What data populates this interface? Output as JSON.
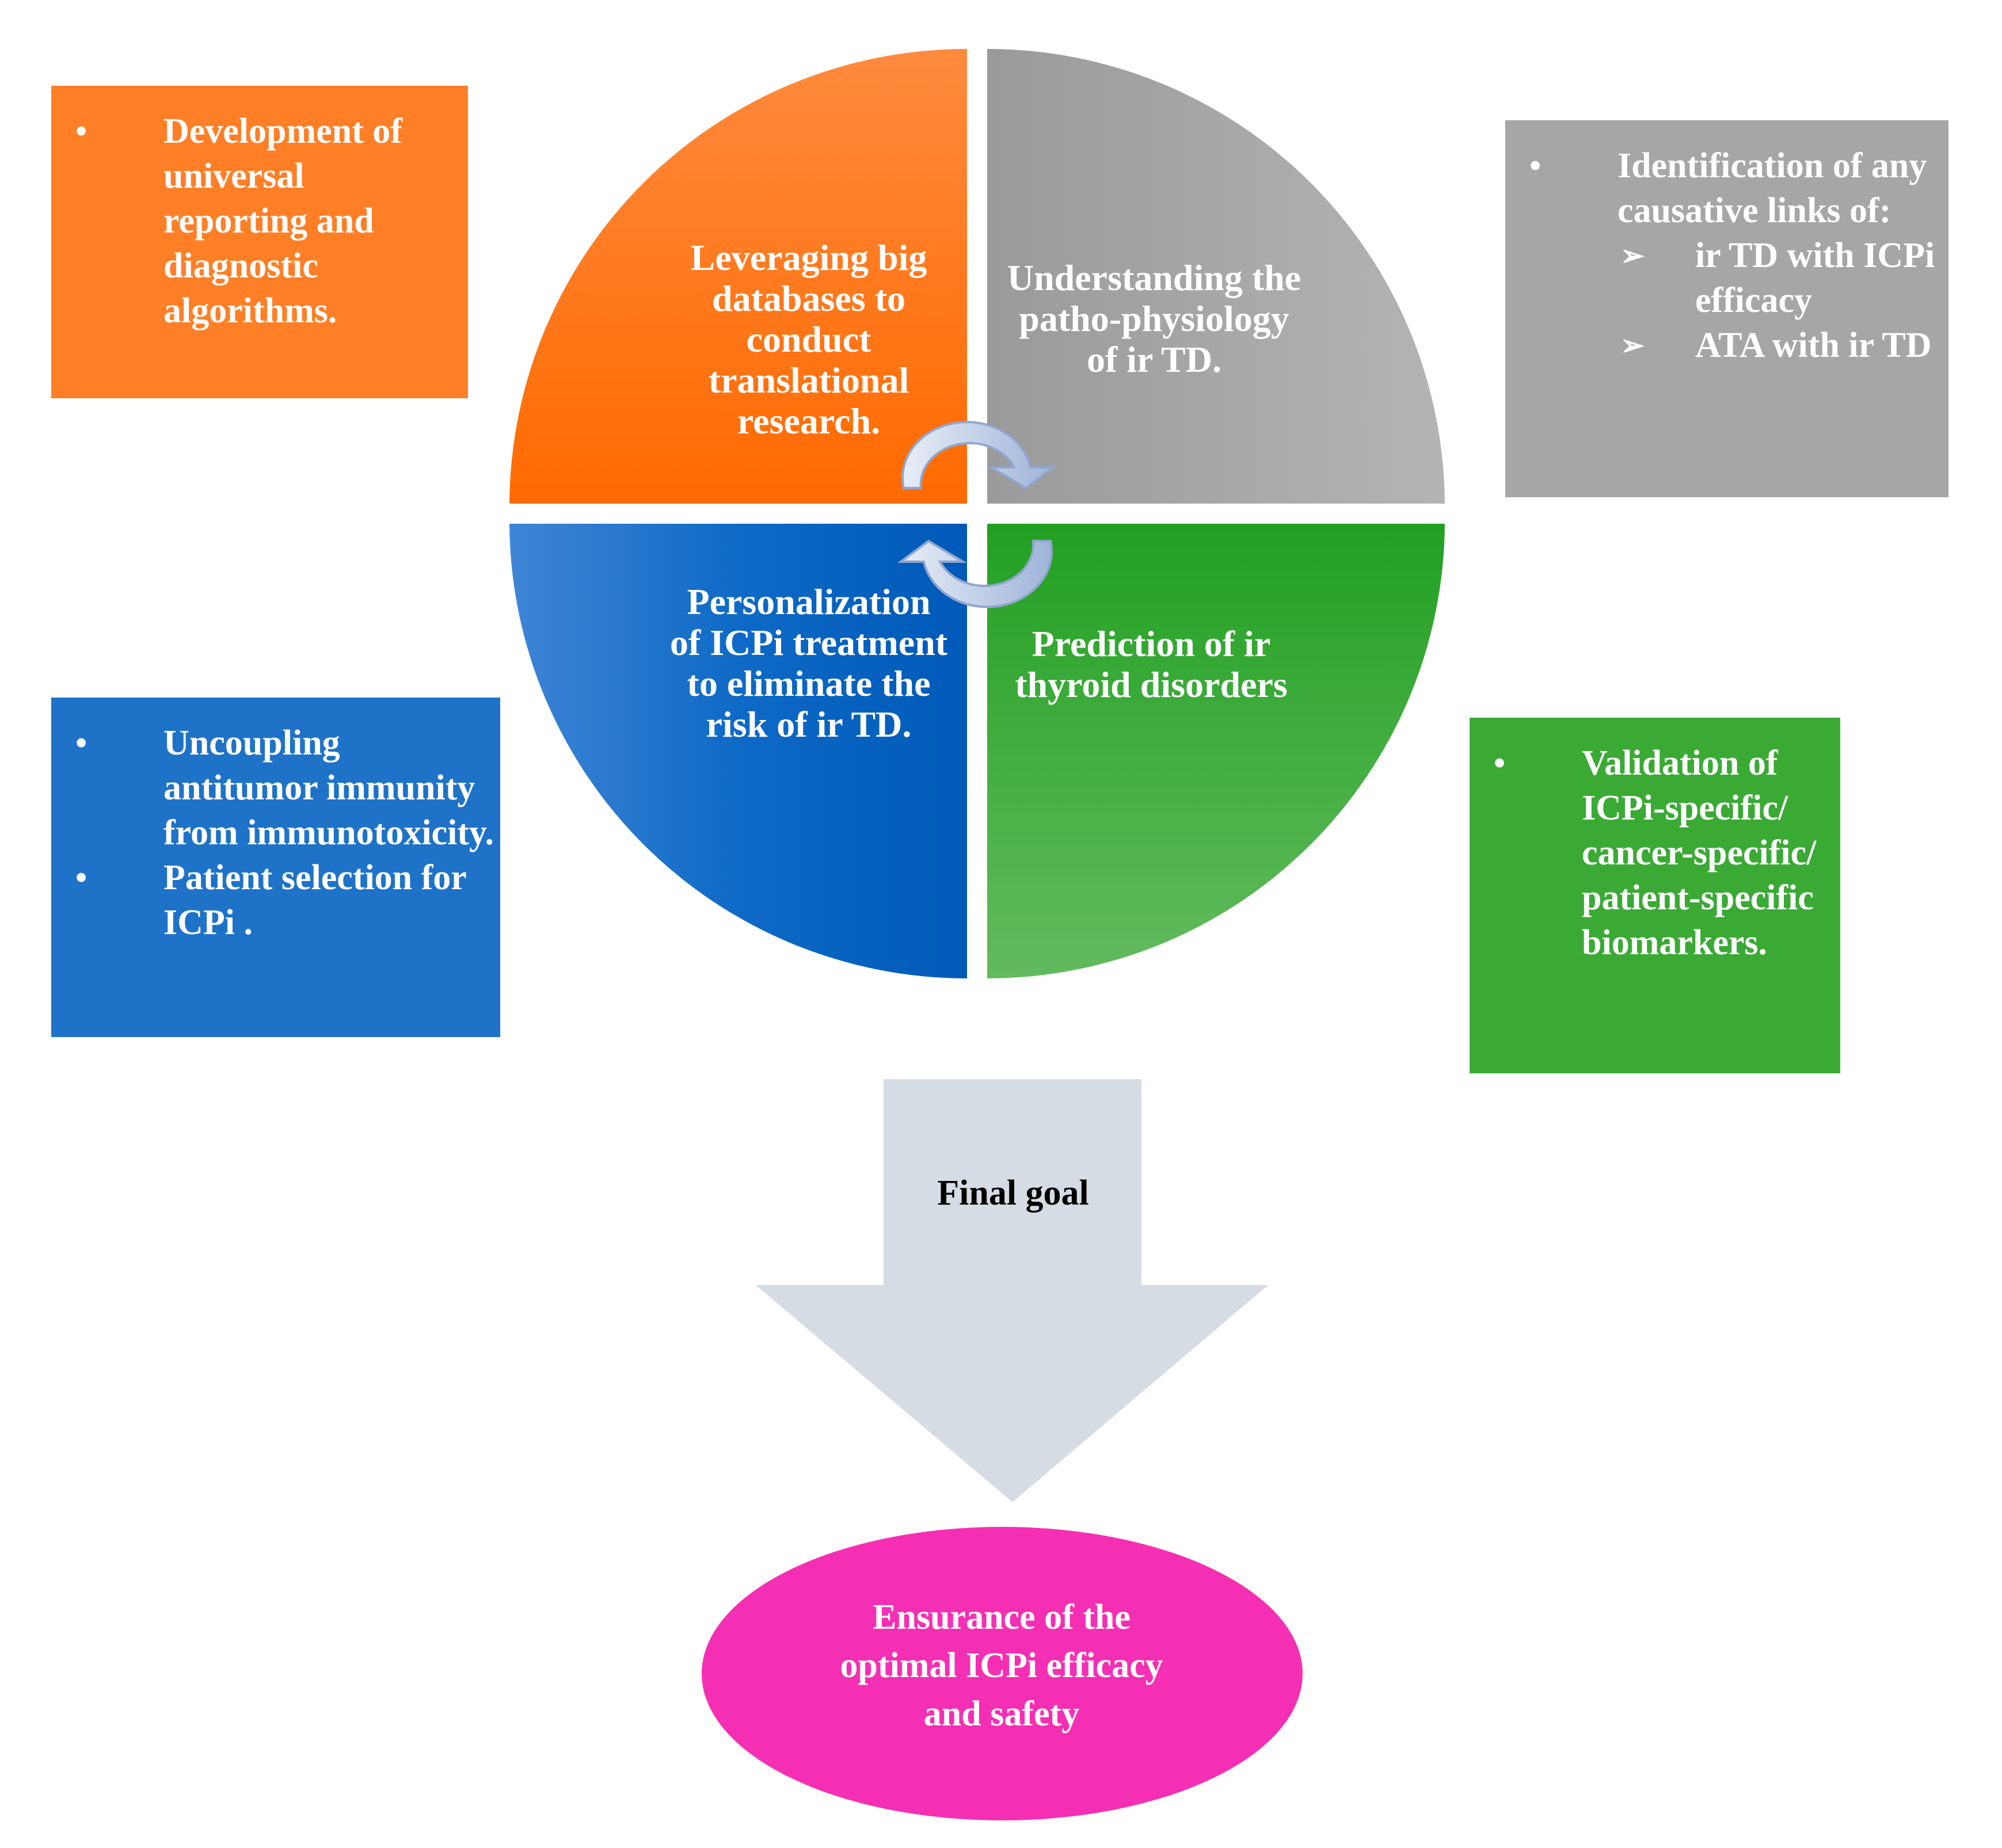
{
  "colors": {
    "orange": "#FF7F27",
    "gray": "#A6A6A6",
    "blue": "#1E73C8",
    "green": "#3AAA35",
    "arrow": "#D6DCE4",
    "goal": "#F52FB4"
  },
  "quadrants": {
    "top_left": "Leveraging big databases to conduct translational research.",
    "top_right": "Understanding the patho-physiology of ir TD.",
    "bottom_left": "Personalization of ICPi treatment to eliminate the risk of ir TD.",
    "bottom_right": "Prediction of ir thyroid disorders"
  },
  "boxes": {
    "orange": {
      "items": [
        "Development of universal reporting and diagnostic algorithms."
      ]
    },
    "gray": {
      "items": [
        "Identification of any causative links of:"
      ],
      "subitems": [
        "ir TD with ICPi efficacy",
        "ATA with ir TD"
      ]
    },
    "blue": {
      "items": [
        "Uncoupling antitumor immunity from immunotoxicity.",
        "Patient selection for ICPi ."
      ]
    },
    "green": {
      "items": [
        "Validation of ICPi-specific/ cancer-specific/ patient-specific biomarkers."
      ]
    }
  },
  "arrow_label": "Final goal",
  "goal": "Ensurance of the optimal ICPi efficacy and safety"
}
